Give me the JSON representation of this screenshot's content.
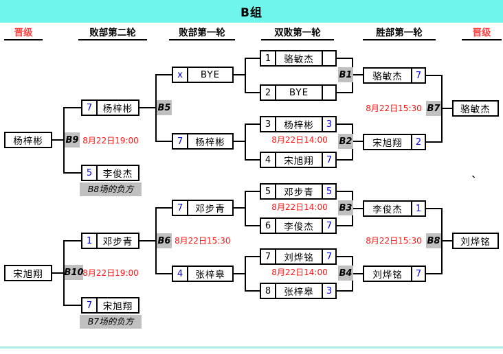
{
  "title": "B组",
  "headers": {
    "advance_left": "晋级",
    "losers_r2": "败部第二轮",
    "losers_r1": "败部第一轮",
    "double_r1": "双败第一轮",
    "winners_r1": "胜部第一轮",
    "advance_right": "晋级"
  },
  "round1": {
    "e1": {
      "seed": "1",
      "name": "骆敏杰",
      "score": ""
    },
    "e2": {
      "seed": "2",
      "name": "BYE",
      "score": ""
    },
    "e3": {
      "seed": "3",
      "name": "杨梓彬",
      "score": "3"
    },
    "e4": {
      "seed": "4",
      "name": "宋旭翔",
      "score": "7"
    },
    "e5": {
      "seed": "5",
      "name": "邓步青",
      "score": "5"
    },
    "e6": {
      "seed": "6",
      "name": "李俊杰",
      "score": "7"
    },
    "e7": {
      "seed": "7",
      "name": "刘烨铭",
      "score": "7"
    },
    "e8": {
      "seed": "8",
      "name": "张梓皋",
      "score": "3"
    }
  },
  "winners_r1": {
    "w1": {
      "name": "骆敏杰",
      "score": "7"
    },
    "w2": {
      "name": "宋旭翔",
      "score": "2"
    },
    "w3": {
      "name": "李俊杰",
      "score": "1"
    },
    "w4": {
      "name": "刘烨铭",
      "score": "7"
    }
  },
  "losers_r1": {
    "l1": {
      "score": "x",
      "name": "BYE"
    },
    "l2": {
      "score": "7",
      "name": "杨梓彬"
    },
    "l3": {
      "score": "7",
      "name": "邓步青"
    },
    "l4": {
      "score": "4",
      "name": "张梓皋"
    }
  },
  "losers_r2": {
    "m1": {
      "score": "7",
      "name": "杨梓彬"
    },
    "m2": {
      "score": "5",
      "name": "李俊杰"
    },
    "m3": {
      "score": "1",
      "name": "邓步青"
    },
    "m4": {
      "score": "7",
      "name": "宋旭翔"
    }
  },
  "advance": {
    "left_top": "杨梓彬",
    "left_bottom": "宋旭翔",
    "right_top": "骆敏杰",
    "right_bottom": "刘烨铭"
  },
  "labels": {
    "b1": "B1",
    "b2": "B2",
    "b3": "B3",
    "b4": "B4",
    "b5": "B5",
    "b6": "B6",
    "b7": "B7",
    "b8": "B8",
    "b9": "B9",
    "b10": "B10"
  },
  "times": {
    "b2": "8月22日14:00",
    "b3": "8月22日14:00",
    "b4": "8月22日14:00",
    "b6": "8月22日15:30",
    "b7": "8月22日15:30",
    "b8": "8月22日15:30",
    "b9": "8月22日19:00",
    "b10": "8月22日19:00"
  },
  "notes": {
    "b9_source": "B8场的负方",
    "b10_source": "B7场的负方"
  },
  "stray_mark": "`",
  "colors": {
    "banner": "#70F5EC",
    "label_bg": "#C0C0C0",
    "score_blue": "#0000EE",
    "time_red": "#FF1414",
    "advance_header_red": "#FF4343",
    "footer_strip": "#A9EFE6",
    "line_black": "#000000"
  }
}
